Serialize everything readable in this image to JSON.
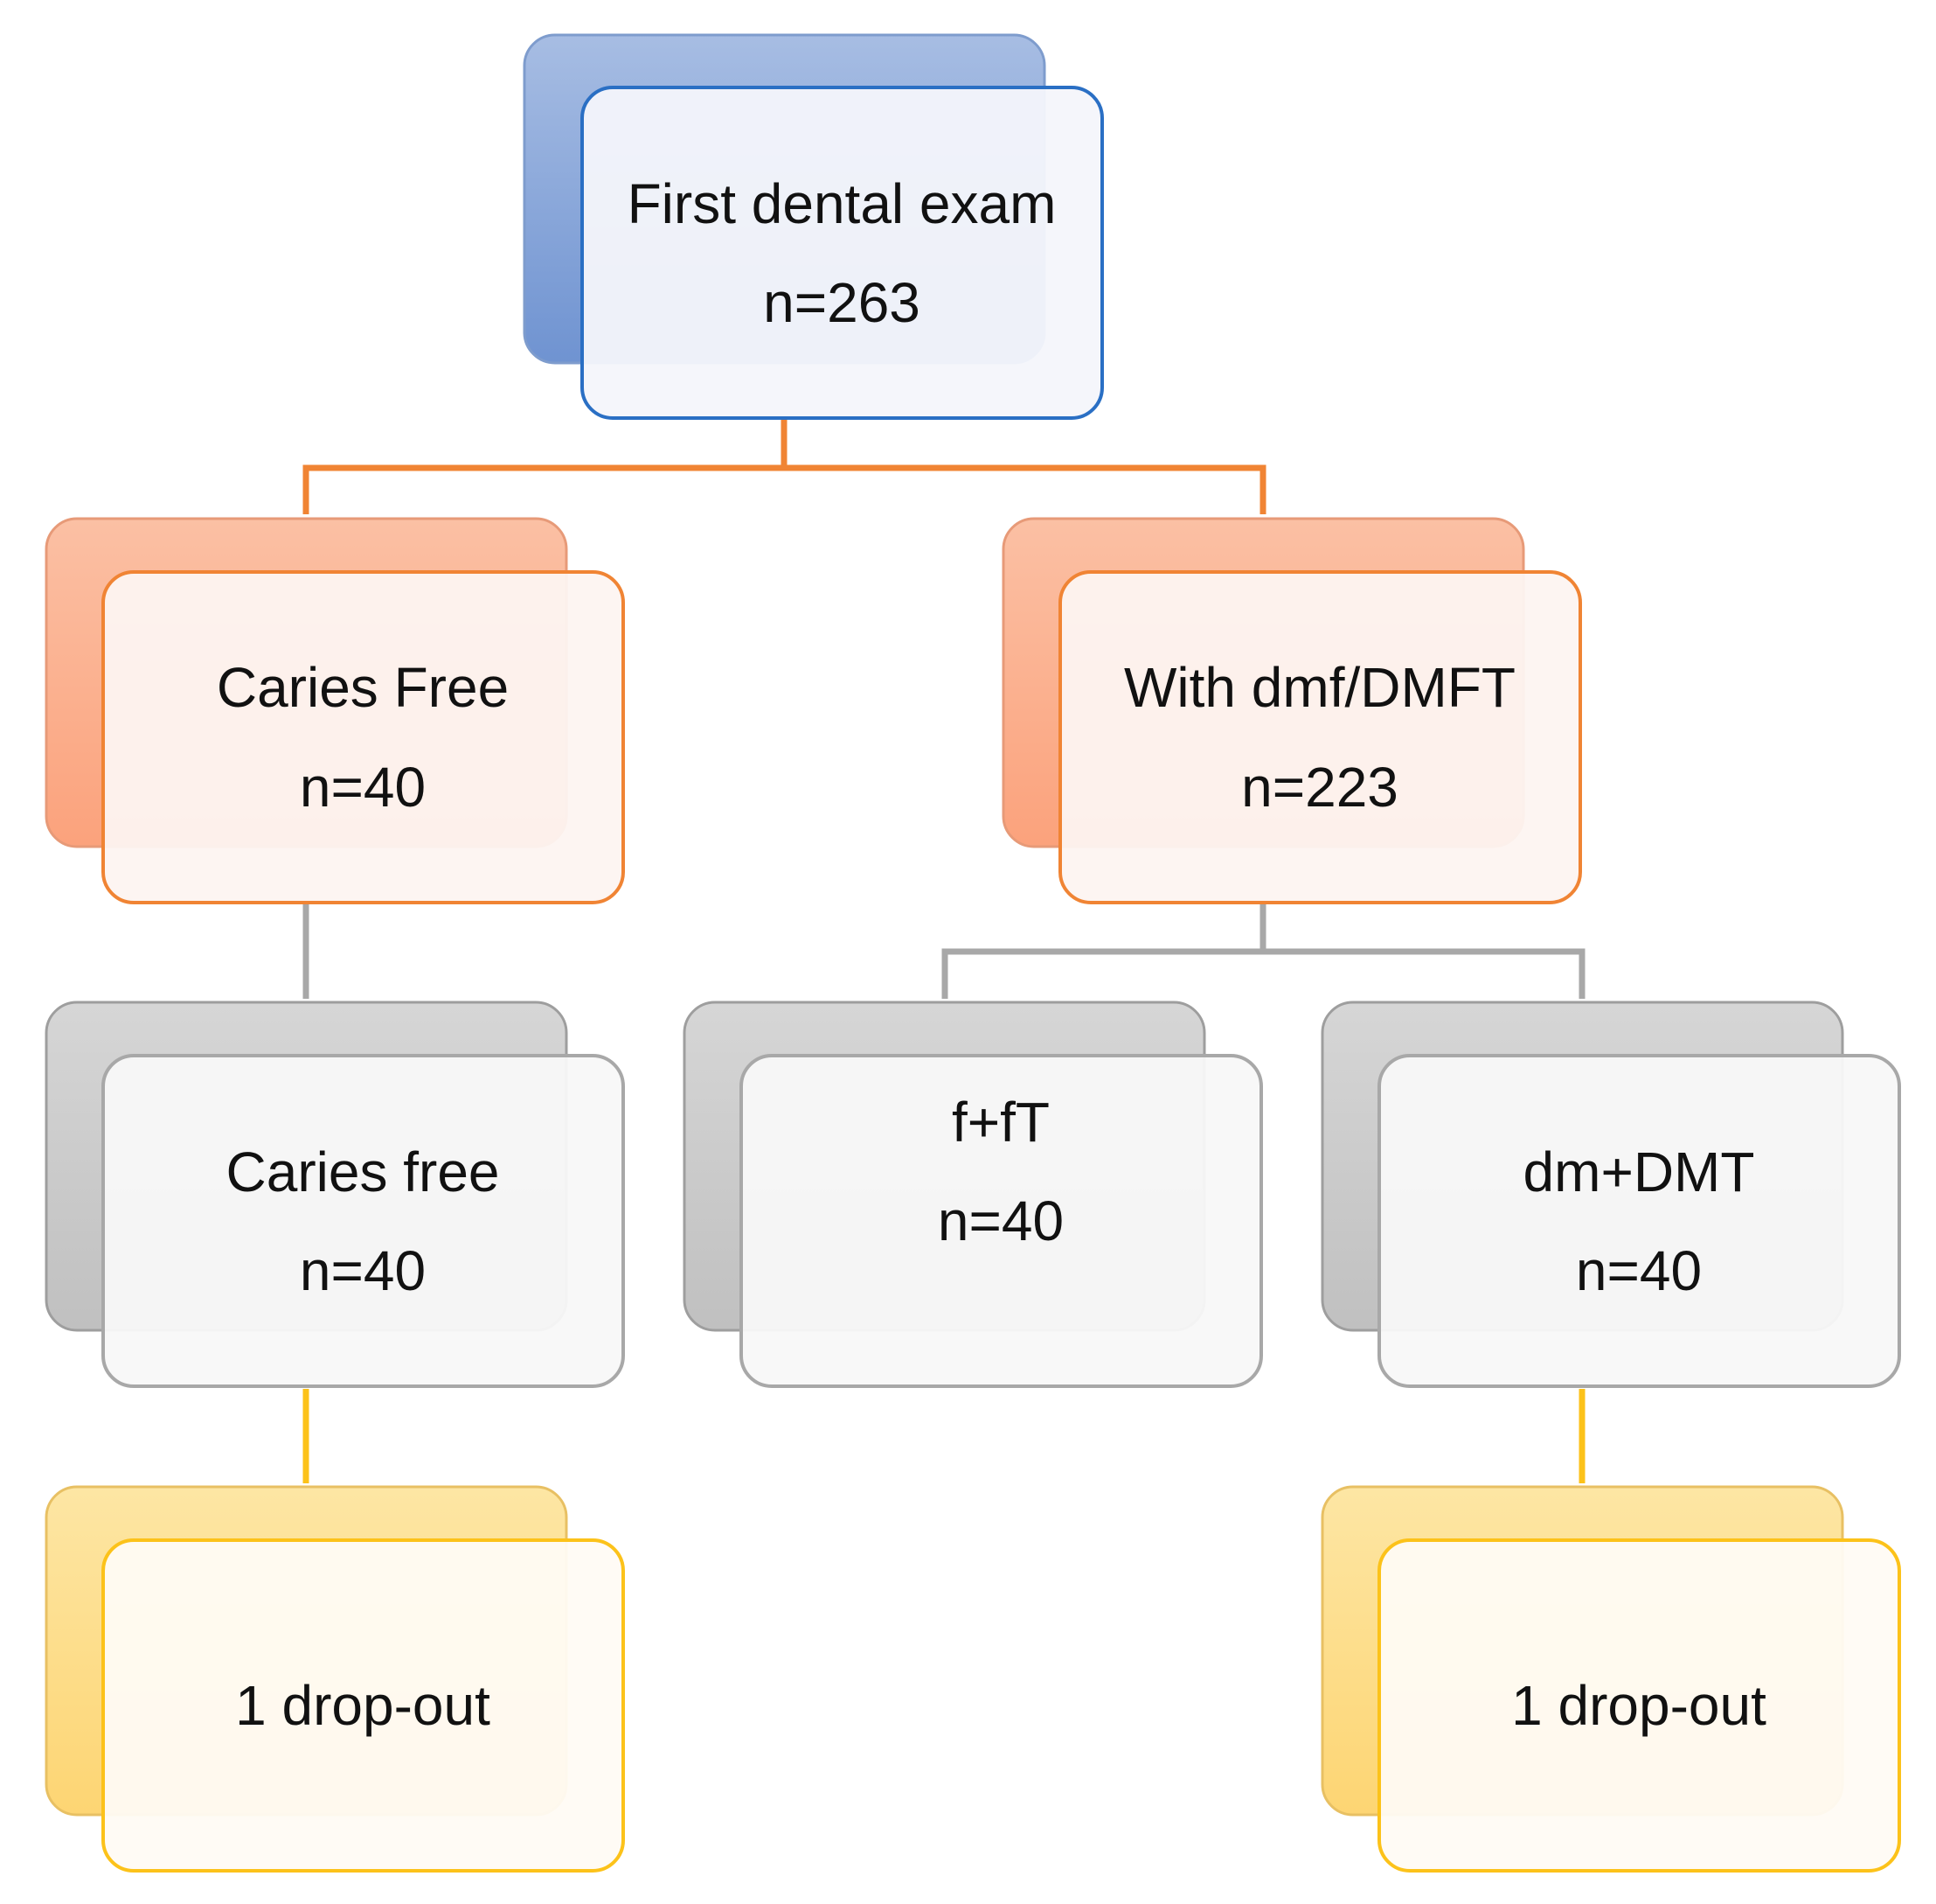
{
  "colors": {
    "blue_border": "#2a6fc4",
    "blue_back_top": "#a7bde3",
    "blue_back_bottom": "#6f93d1",
    "blue_front_fill": "#f4f6fb",
    "orange_border": "#f08434",
    "orange_back_top": "#fbc0a4",
    "orange_back_bottom": "#fba27c",
    "orange_front_fill": "#fdf4f1",
    "gray_border": "#a8a8a8",
    "gray_back_top": "#d6d6d6",
    "gray_back_bottom": "#c0c0c0",
    "gray_front_fill": "#f8f8f8",
    "yellow_border": "#fcc21a",
    "yellow_back_top": "#fde6a4",
    "yellow_back_bottom": "#fdd573",
    "yellow_front_fill": "#fffbf4"
  },
  "nodes": {
    "root": {
      "title": "First dental exam",
      "count": "n=263"
    },
    "caries_free": {
      "title": "Caries Free",
      "count": "n=40"
    },
    "with_dmf": {
      "title": "With dmf/DMFT",
      "count": "n=223"
    },
    "caries_free_sub": {
      "title": "Caries free",
      "count": "n=40"
    },
    "f_ft": {
      "title": "f+fT",
      "count": "n=40"
    },
    "dm_dmt": {
      "title": "dm+DMT",
      "count": "n=40"
    },
    "dropout_left": {
      "title": "1 drop-out"
    },
    "dropout_right": {
      "title": "1 drop-out"
    }
  }
}
